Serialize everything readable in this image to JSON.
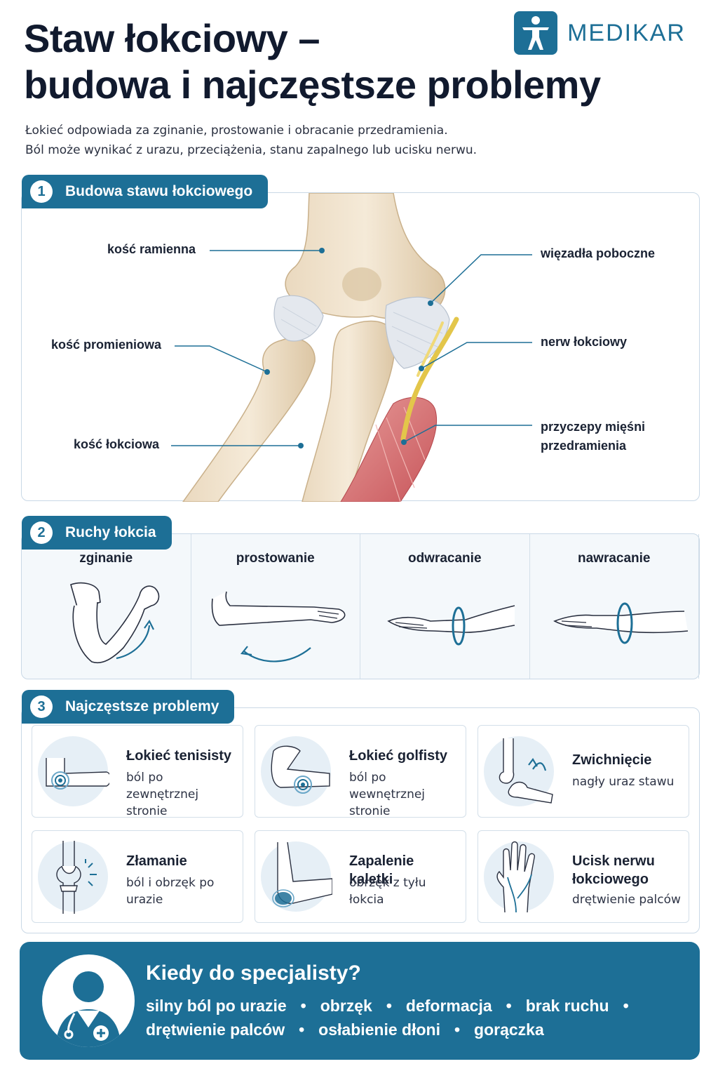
{
  "header": {
    "title_line1": "Staw łokciowy –",
    "title_line2": "budowa i najczęstsze problemy",
    "logo_text": "MEDIKAR",
    "logo_icon": "person-icon"
  },
  "intro": {
    "line1": "Łokieć odpowiada za zginanie, prostowanie i obracanie przedramienia.",
    "line2": "Ból może wynikać z urazu, przeciążenia, stanu zapalnego lub ucisku nerwu."
  },
  "section1": {
    "number": "1",
    "title": "Budowa stawu łokciowego",
    "labels": {
      "humerus": "kość ramienna",
      "radius": "kość promieniowa",
      "ulna": "kość łokciowa",
      "ligaments": "więzadła poboczne",
      "nerve": "nerw łokciowy",
      "muscles_line1": "przyczepy mięśni",
      "muscles_line2": "przedramienia"
    }
  },
  "section2": {
    "number": "2",
    "title": "Ruchy łokcia",
    "movements": [
      {
        "label": "zginanie"
      },
      {
        "label": "prostowanie"
      },
      {
        "label": "odwracanie"
      },
      {
        "label": "nawracanie"
      }
    ]
  },
  "section3": {
    "number": "3",
    "title": "Najczęstsze problemy",
    "problems": [
      {
        "title": "Łokieć tenisisty",
        "desc": "ból po zewnętrznej stronie",
        "icon": "tennis-elbow-icon"
      },
      {
        "title": "Łokieć golfisty",
        "desc": "ból po wewnętrznej stronie",
        "icon": "golfer-elbow-icon"
      },
      {
        "title": "Zwichnięcie",
        "desc": "nagły uraz stawu",
        "icon": "dislocation-icon"
      },
      {
        "title": "Złamanie",
        "desc": "ból i obrzęk po urazie",
        "icon": "fracture-icon"
      },
      {
        "title": "Zapalenie kaletki",
        "desc": "obrzęk z tyłu łokcia",
        "icon": "bursitis-icon"
      },
      {
        "title": "Ucisk nerwu łokciowego",
        "desc": "drętwienie palców",
        "icon": "nerve-compression-icon"
      }
    ]
  },
  "footer": {
    "title": "Kiedy do specjalisty?",
    "items": [
      "silny ból po urazie",
      "obrzęk",
      "deformacja",
      "brak ruchu",
      "drętwienie palców",
      "osłabienie dłoni",
      "gorączka"
    ],
    "separator": "•",
    "icon": "doctor-icon"
  },
  "colors": {
    "primary": "#1d6f96",
    "bone": "#e8d7bd",
    "muscle": "#d9777a",
    "nerve": "#e3c64a"
  }
}
